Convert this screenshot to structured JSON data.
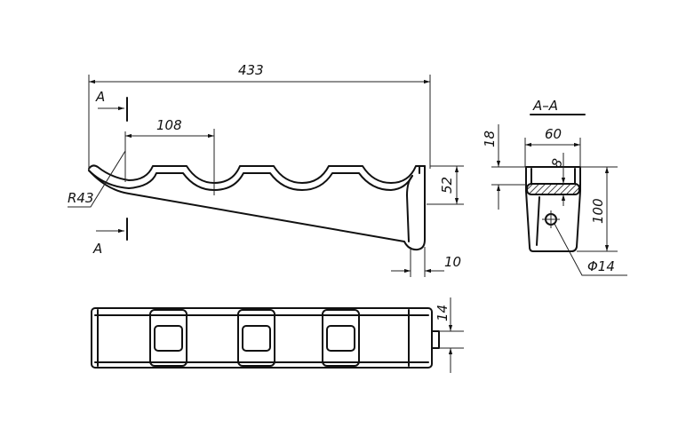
{
  "dimensions": {
    "overall_length": "433",
    "pitch": "108",
    "radius": "R43",
    "height_end": "52",
    "thickness_end": "10",
    "section_width": "60",
    "section_top": "18",
    "section_web": "8",
    "section_height": "100",
    "hole_diameter": "Φ14",
    "tab_width": "14"
  },
  "labels": {
    "section_mark_top": "A",
    "section_mark_bottom": "A",
    "section_title": "A–A"
  },
  "colors": {
    "ink": "#111111",
    "paper": "#ffffff"
  }
}
